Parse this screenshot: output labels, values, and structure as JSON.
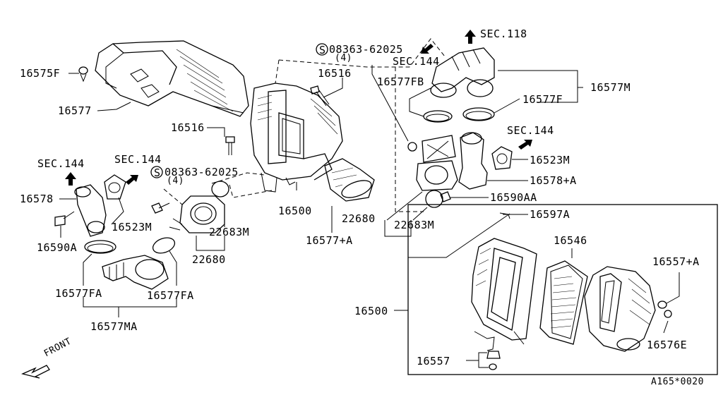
{
  "labels": {
    "p16575F": "16575F",
    "p16577": "16577",
    "p16516a": "16516",
    "p16516b": "16516",
    "p16500a": "16500",
    "p16577Pa": "16577+A",
    "p22680a": "22680",
    "p22683Ma": "22683M",
    "p22680b": "22680",
    "p22683Mb": "22683M",
    "bolt1": "08363-62025",
    "bolt1qty": "(4)",
    "bolt2": "08363-62025",
    "bolt2qty": "(4)",
    "sec144a": "SEC.144",
    "sec144b": "SEC.144",
    "sec144c": "SEC.144",
    "sec144d": "SEC.144",
    "sec118": "SEC.118",
    "p16577FB": "16577FB",
    "p16577M": "16577M",
    "p16577F": "16577F",
    "p16523Ma": "16523M",
    "p16578PA": "16578+A",
    "p16590AA": "16590AA",
    "p16578": "16578",
    "p16523Mb": "16523M",
    "p16590A": "16590A",
    "p16577FA1": "16577FA",
    "p16577FA2": "16577FA",
    "p16577MA": "16577MA",
    "p16597A": "16597A",
    "p16546": "16546",
    "p16557PA": "16557+A",
    "p16500b": "16500",
    "p16576E": "16576E",
    "p16557": "16557",
    "front": "FRONT",
    "ref": "A165*0020"
  },
  "icons": {
    "screw": "S-screw-symbol",
    "direction": "filled-arrow-icon"
  },
  "colors": {
    "line": "#000000",
    "background": "#ffffff"
  }
}
